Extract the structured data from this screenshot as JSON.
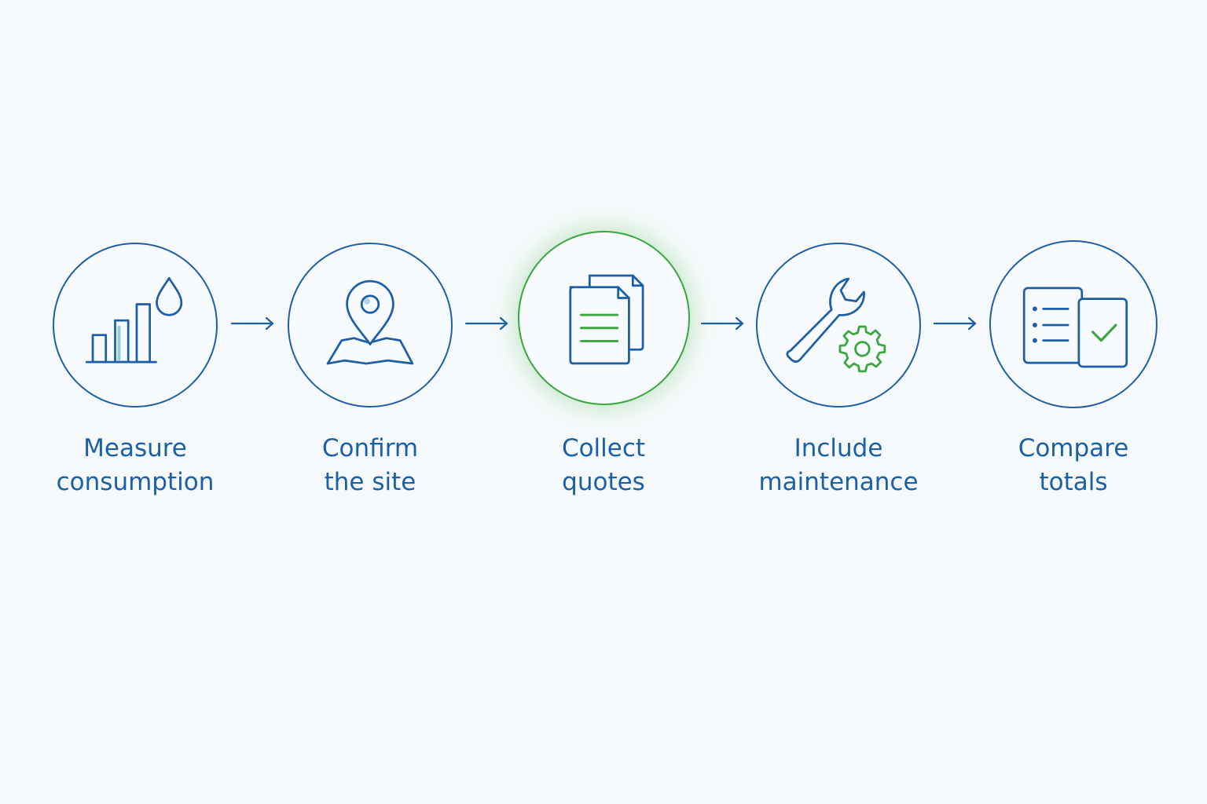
{
  "colors": {
    "primary_blue": "#1d5ea8",
    "label_blue": "#1b5fa7",
    "accent_green": "#3aa63f",
    "background": "#f6f9fb"
  },
  "steps": [
    {
      "line1": "Measure",
      "line2": "consumption",
      "icon": "bar-chart-water-drop-icon"
    },
    {
      "line1": "Confirm",
      "line2": "the site",
      "icon": "map-pin-icon"
    },
    {
      "line1": "Collect",
      "line2": "quotes",
      "icon": "documents-icon"
    },
    {
      "line1": "Include",
      "line2": "maintenance",
      "icon": "wrench-gear-icon"
    },
    {
      "line1": "Compare",
      "line2": "totals",
      "icon": "checklist-icon"
    }
  ],
  "active_step": 3
}
